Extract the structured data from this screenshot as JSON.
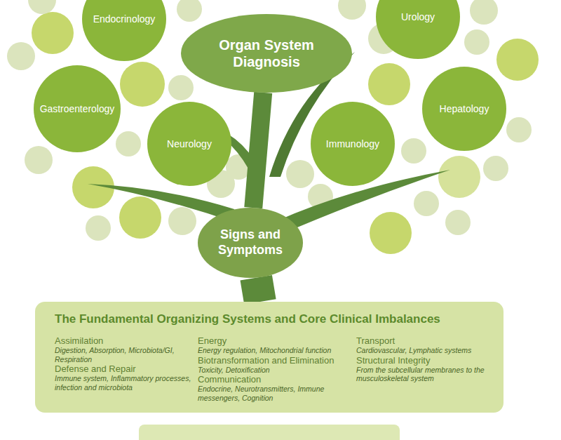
{
  "diagram": {
    "nodes": [
      {
        "text": [
          "Endocrinology"
        ]
      },
      {
        "text": [
          "Urology"
        ]
      },
      {
        "text": [
          "Organ System Diagnosis"
        ]
      },
      {
        "text": [
          "Gastroenterology"
        ]
      },
      {
        "text": [
          "Hepatology"
        ]
      },
      {
        "text": [
          "Neurology"
        ]
      },
      {
        "text": [
          "Immunology"
        ]
      },
      {
        "text": [
          "Signs and Symptoms"
        ]
      },
      {
        "text": [
          "The Fundamental Organizing Systems and Core Clinical Imbalances",
          "Assimilation",
          "Digestion, Absorption, Microbiota/GI, Respiration",
          "Defense and Repair",
          "Immune system, Inflammatory processes, infection and microbiota",
          "Energy",
          "Energy regulation, Mitochondrial function",
          "Biotransformation and Elimination",
          "Toxicity, Detoxification",
          "Communication",
          "Endocrine, Neurotransmitters, Immune messengers, Cognition",
          "Transport",
          "Cardiovascular, Lymphatic systems",
          "Structural Integrity",
          "From the subcellular membranes to the musculoskeletal system"
        ]
      }
    ],
    "edges": [
      {
        "from": 7,
        "to": 2,
        "arrow": "none"
      },
      {
        "from": 8,
        "to": 7,
        "arrow": "none"
      }
    ]
  }
}
